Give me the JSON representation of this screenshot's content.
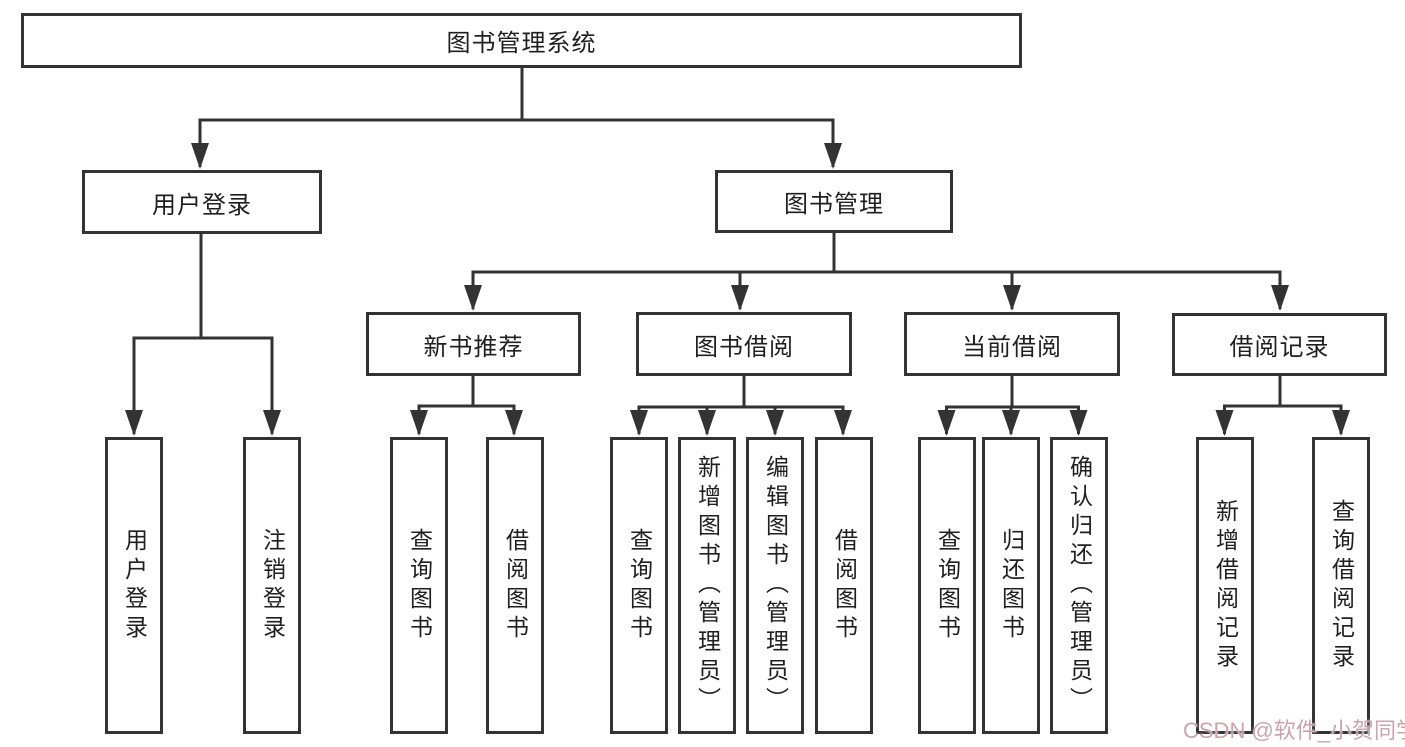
{
  "diagram": {
    "title": "图书管理系统",
    "level2": [
      {
        "label": "用户登录"
      },
      {
        "label": "图书管理"
      }
    ],
    "level3": [
      {
        "label": "新书推荐",
        "parent": "图书管理"
      },
      {
        "label": "图书借阅",
        "parent": "图书管理"
      },
      {
        "label": "当前借阅",
        "parent": "图书管理"
      },
      {
        "label": "借阅记录",
        "parent": "图书管理"
      }
    ],
    "leaves": [
      {
        "label": "用户登录",
        "parent": "用户登录"
      },
      {
        "label": "注销登录",
        "parent": "用户登录"
      },
      {
        "label": "查询图书",
        "parent": "新书推荐"
      },
      {
        "label": "借阅图书",
        "parent": "新书推荐"
      },
      {
        "label": "查询图书",
        "parent": "图书借阅"
      },
      {
        "label": "新增图书（管理员）",
        "parent": "图书借阅"
      },
      {
        "label": "编辑图书（管理员）",
        "parent": "图书借阅"
      },
      {
        "label": "借阅图书",
        "parent": "图书借阅"
      },
      {
        "label": "查询图书",
        "parent": "当前借阅"
      },
      {
        "label": "归还图书",
        "parent": "当前借阅"
      },
      {
        "label": "确认归还（管理员）",
        "parent": "当前借阅"
      },
      {
        "label": "新增借阅记录",
        "parent": "借阅记录"
      },
      {
        "label": "查询借阅记录",
        "parent": "借阅记录"
      }
    ]
  },
  "watermark": {
    "text": "CSDN @软件_小贺同学"
  },
  "colors": {
    "line": "#333333",
    "border": "#333333",
    "text": "#1f1f1f",
    "background": "#ffffff",
    "watermark": "#cda3ab"
  }
}
